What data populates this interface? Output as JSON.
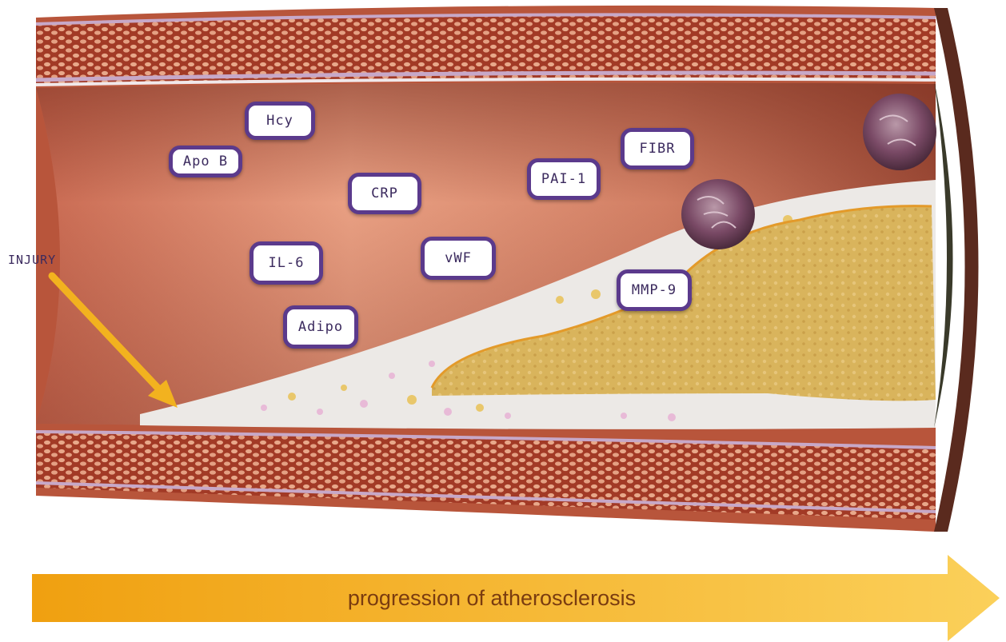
{
  "injury_label": "INJURY",
  "progress_label": "progression of atherosclerosis",
  "markers": {
    "hcy": "Hcy",
    "apo_b": "Apo B",
    "crp": "CRP",
    "pai_1": "PAI-1",
    "fibr": "FIBR",
    "il_6": "IL-6",
    "vwf": "vWF",
    "mmp_9": "MMP-9",
    "adipo": "Adipo"
  },
  "colors": {
    "marker_border": "#5b3a8c",
    "injury_arrow": "#f2b21f",
    "plaque": "#d9b45c",
    "vessel_wall": "#a8442c",
    "progress_arrow_start": "#f0a010",
    "progress_arrow_end": "#fbd05a"
  }
}
